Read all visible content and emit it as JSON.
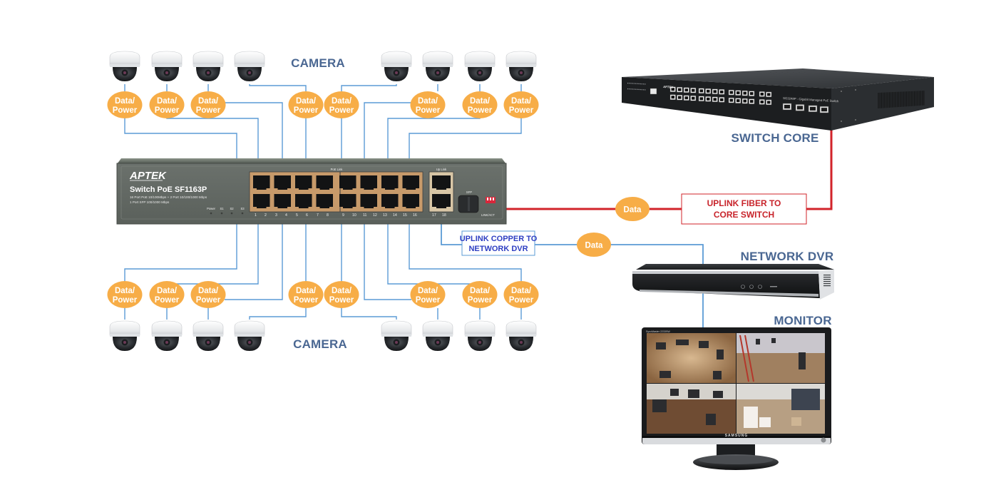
{
  "labels": {
    "camera_top": "CAMERA",
    "camera_bottom": "CAMERA",
    "switch_core": "SWITCH CORE",
    "network_dvr": "NETWORK DVR",
    "monitor": "MONITOR"
  },
  "pill": {
    "line1": "Data/",
    "line2": "Power",
    "data": "Data"
  },
  "uplinks": {
    "fiber_line1": "UPLINK FIBER TO",
    "fiber_line2": "CORE SWITCH",
    "copper_line1": "UPLINK COPPER TO",
    "copper_line2": "NETWORK DVR"
  },
  "poe_switch": {
    "brand": "APTEK",
    "model": "Switch PoE SF1163P",
    "spec_line1": "16 Port PoE 10/100Mbps + 2 Port 10/100/1000 Mbps",
    "spec_line2": "1 Port SFP 100/1000 Mbps",
    "poe_link_label": "PoE Link",
    "uplink_label": "Up Link",
    "sfp_label": "SFP",
    "linkact_label": "LINK/ACT",
    "led_labels": [
      "Power",
      "S1",
      "S2",
      "S3"
    ],
    "port_numbers": [
      "1",
      "2",
      "3",
      "4",
      "5",
      "6",
      "7",
      "8",
      "9",
      "10",
      "11",
      "12",
      "13",
      "14",
      "15",
      "16",
      "17",
      "18"
    ]
  },
  "core_switch": {
    "model_text": "SG3248P - Gigabit Managed PoE Switch",
    "brand": "APTEK"
  },
  "monitor_device": {
    "brand": "SAMSUNG",
    "top_text": "SyncMaster 2233SW"
  },
  "colors": {
    "blue_line": "#5b9bd5",
    "red_line": "#d2232a",
    "pill_orange": "#f7ad47",
    "title_blue": "#4a6792",
    "switch_body": "#5b615c"
  }
}
